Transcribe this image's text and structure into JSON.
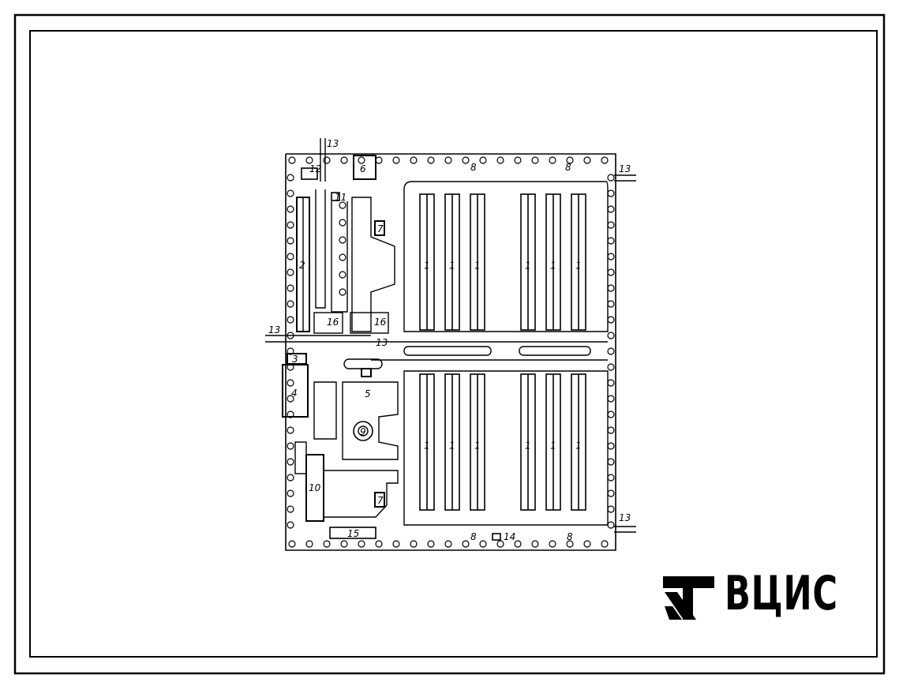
{
  "logo": {
    "text": "ВЦИС"
  },
  "labels": {
    "area1": "1",
    "area2": "2",
    "area3": "3",
    "area4": "4",
    "area5": "5",
    "area6": "6",
    "area7": "7",
    "area8": "8",
    "area9": "9",
    "area10": "10",
    "area11": "11",
    "area12": "12",
    "area13": "13",
    "area14": "14",
    "area15": "15",
    "area16": "16"
  }
}
